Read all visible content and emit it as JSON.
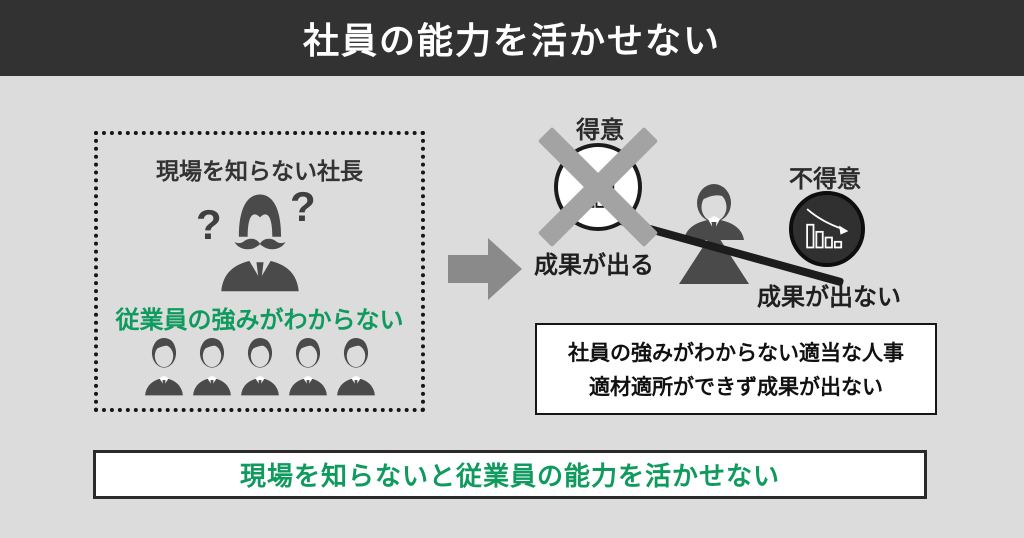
{
  "colors": {
    "header_bg": "#323232",
    "page_bg": "#dcdcdc",
    "accent_green": "#0f9a5e",
    "icon_gray": "#4a4a4a",
    "cross_gray": "#a3a3a3",
    "arrow_gray": "#8a8a8a",
    "dark_text": "#1f1f1f",
    "beam_black": "#1c1c1c",
    "circle_dark": "#303030"
  },
  "header": {
    "title": "社員の能力を活かせない"
  },
  "left_panel": {
    "title": "現場を知らない社長",
    "question_mark": "?",
    "caption": "従業員の強みがわからない",
    "employee_count": 5
  },
  "seesaw": {
    "left_label": "得意",
    "left_caption": "成果が出る",
    "right_label": "不得意",
    "right_caption": "成果が出ない"
  },
  "info_box": {
    "line1": "社員の強みがわからない適当な人事",
    "line2": "適材適所ができず成果が出ない"
  },
  "footer": {
    "message": "現場を知らないと従業員の能力を活かせない"
  },
  "icons": {
    "president": "president-icon",
    "employee": "employee-icon",
    "rising_chart": "rising-chart-icon",
    "declining_chart": "declining-chart-icon",
    "balance_person": "balance-person-icon",
    "cross": "cross-icon",
    "right_arrow": "right-arrow-icon"
  }
}
